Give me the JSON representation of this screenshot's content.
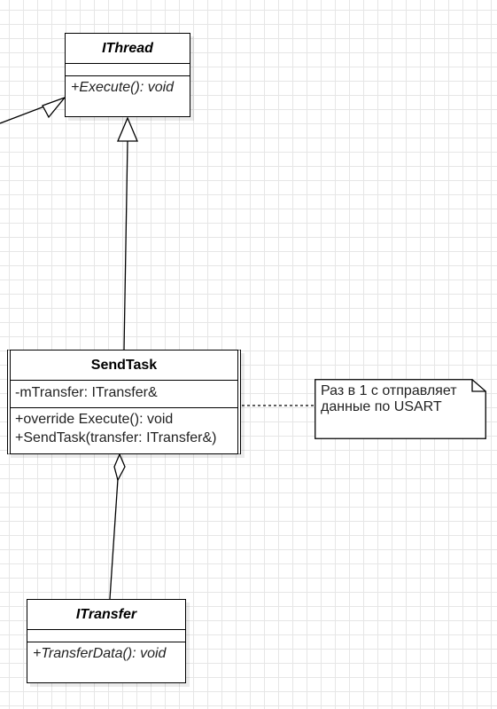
{
  "classes": {
    "ithread": {
      "name": "IThread",
      "operations": [
        "+Execute(): void"
      ]
    },
    "sendtask": {
      "name": "SendTask",
      "attributes": [
        "-mTransfer: ITransfer&"
      ],
      "operations": [
        "+override Execute(): void",
        "+SendTask(transfer: ITransfer&)"
      ]
    },
    "itransfer": {
      "name": "ITransfer",
      "operations": [
        "+TransferData(): void"
      ]
    }
  },
  "note": {
    "lines": [
      "Раз в 1 с отправляет",
      "данные по USART"
    ]
  },
  "relations": [
    {
      "type": "generalization",
      "from": "",
      "to": "IThread"
    },
    {
      "type": "generalization",
      "from": "SendTask",
      "to": "IThread"
    },
    {
      "type": "aggregation",
      "from": "ITransfer",
      "to": "SendTask"
    },
    {
      "type": "note-link",
      "from": "SendTask",
      "to": "note"
    }
  ],
  "colors": {
    "line": "#000000",
    "grid": "#e6e6e6",
    "background": "#ffffff"
  }
}
